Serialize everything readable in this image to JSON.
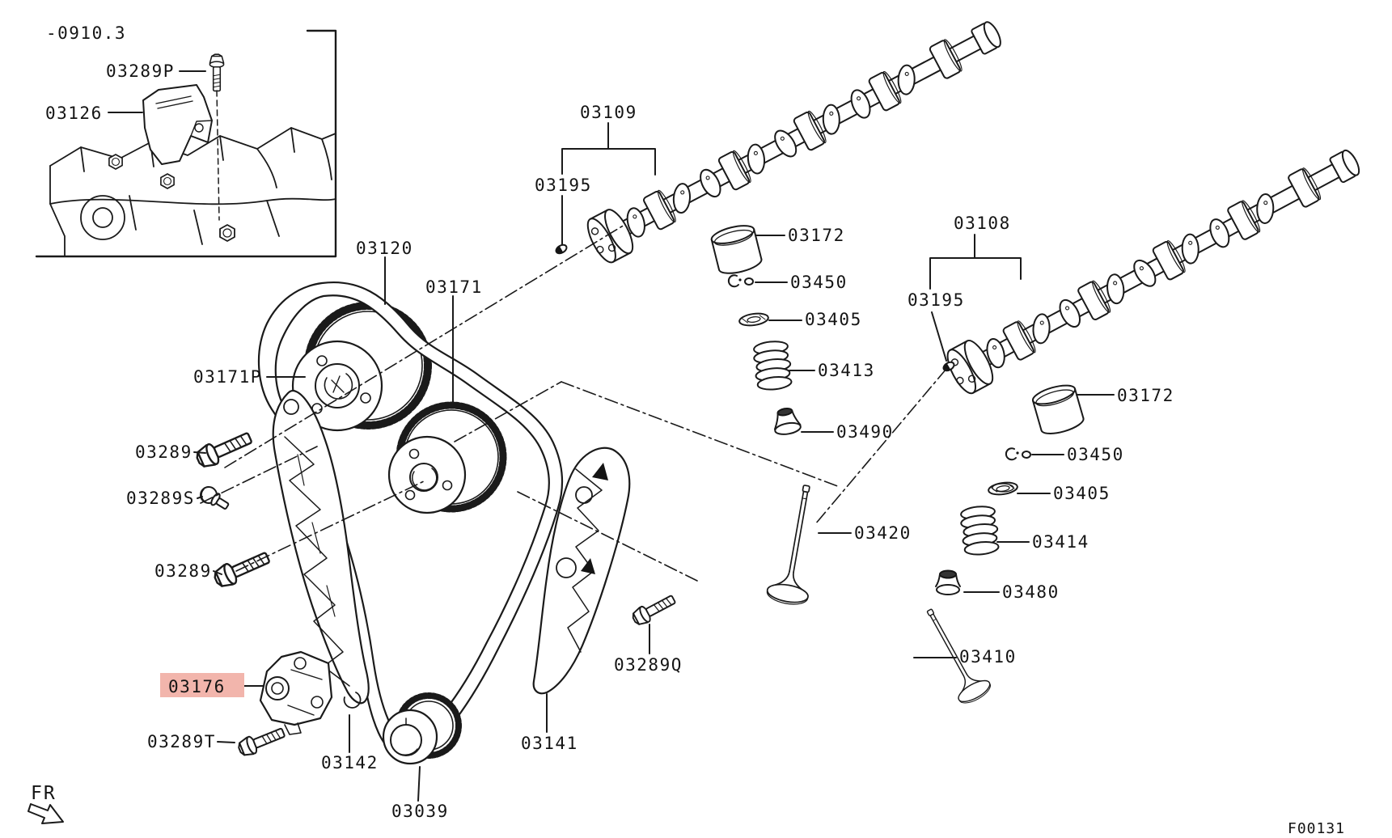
{
  "diagram": {
    "type": "parts-catalog-exploded-view",
    "subject": "engine timing chain, camshafts and valve train",
    "inset_note": "-0910.3",
    "figure_code": "F00131",
    "front_marker": "FR",
    "highlight": {
      "part_no": "03176",
      "color": "#f2b5ac"
    },
    "colors": {
      "line": "#1a1a1a",
      "background": "#ffffff",
      "highlight": "#f2b5ac"
    }
  },
  "labels": {
    "note": "-0910.3",
    "bolt_p": "03289P",
    "cover": "03126",
    "chain": "03120",
    "sprocket": "03171",
    "sprocket_p": "03171P",
    "camshaft_a": "03109",
    "dowel_a": "03195",
    "camshaft_b": "03108",
    "dowel_b": "03195",
    "tappet_a": "03172",
    "tappet_b": "03172",
    "lock_a": "03450",
    "lock_b": "03450",
    "seat_a": "03405",
    "seat_b": "03405",
    "spring_a": "03413",
    "spring_b": "03414",
    "bolt_a": "03289",
    "bolt_b": "03289",
    "bolt_s": "03289S",
    "bolt_t": "03289T",
    "bolt_q": "03289Q",
    "seal": "03490",
    "valve_in": "03420",
    "retainer": "03480",
    "valve_ex": "03410",
    "tensioner": "03176",
    "guide_left": "03142",
    "guide_right": "03141",
    "crank_sprocket": "03039",
    "front_marker": "FR",
    "figure_code": "F00131"
  }
}
